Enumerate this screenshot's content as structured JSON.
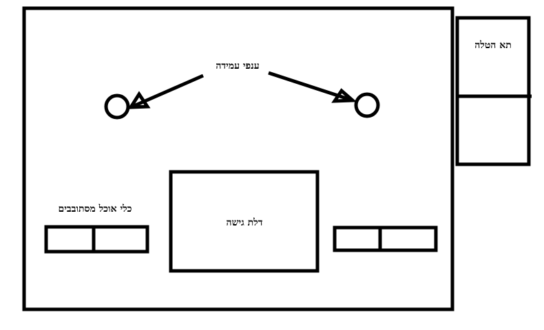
{
  "labels": {
    "standing_branches": "ענפי עמידה",
    "rotating_feeders": "כלי אוכל מסתובבים",
    "access_door": "דלת גישה",
    "nesting_box": "תא הטלה"
  },
  "colors": {
    "stroke": "#000000",
    "background": "#ffffff"
  }
}
